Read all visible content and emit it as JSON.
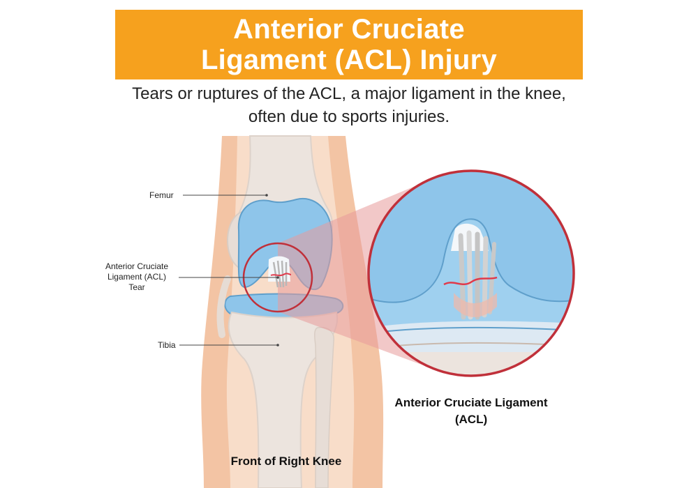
{
  "title": {
    "line1": "Anterior Cruciate",
    "line2": "Ligament (ACL) Injury"
  },
  "subtitle": {
    "line1": "Tears or ruptures of the ACL, a major ligament in the knee,",
    "line2": "often due to sports injuries."
  },
  "labels": {
    "femur": "Femur",
    "acl_tear_line1": "Anterior Cruciate",
    "acl_tear_line2": "Ligament (ACL)",
    "acl_tear_line3": "Tear",
    "tibia": "Tibia"
  },
  "captions": {
    "knee": "Front of Right Knee",
    "zoom_line1": "Anterior Cruciate Ligament",
    "zoom_line2": "(ACL)"
  },
  "colors": {
    "banner": "#f6a11e",
    "skin": "#f3c4a4",
    "bone": "#ece4de",
    "cartilage": "#8ec5ea",
    "highlight_ring": "#c0303a",
    "zoom_cone": "#e89a9a"
  }
}
